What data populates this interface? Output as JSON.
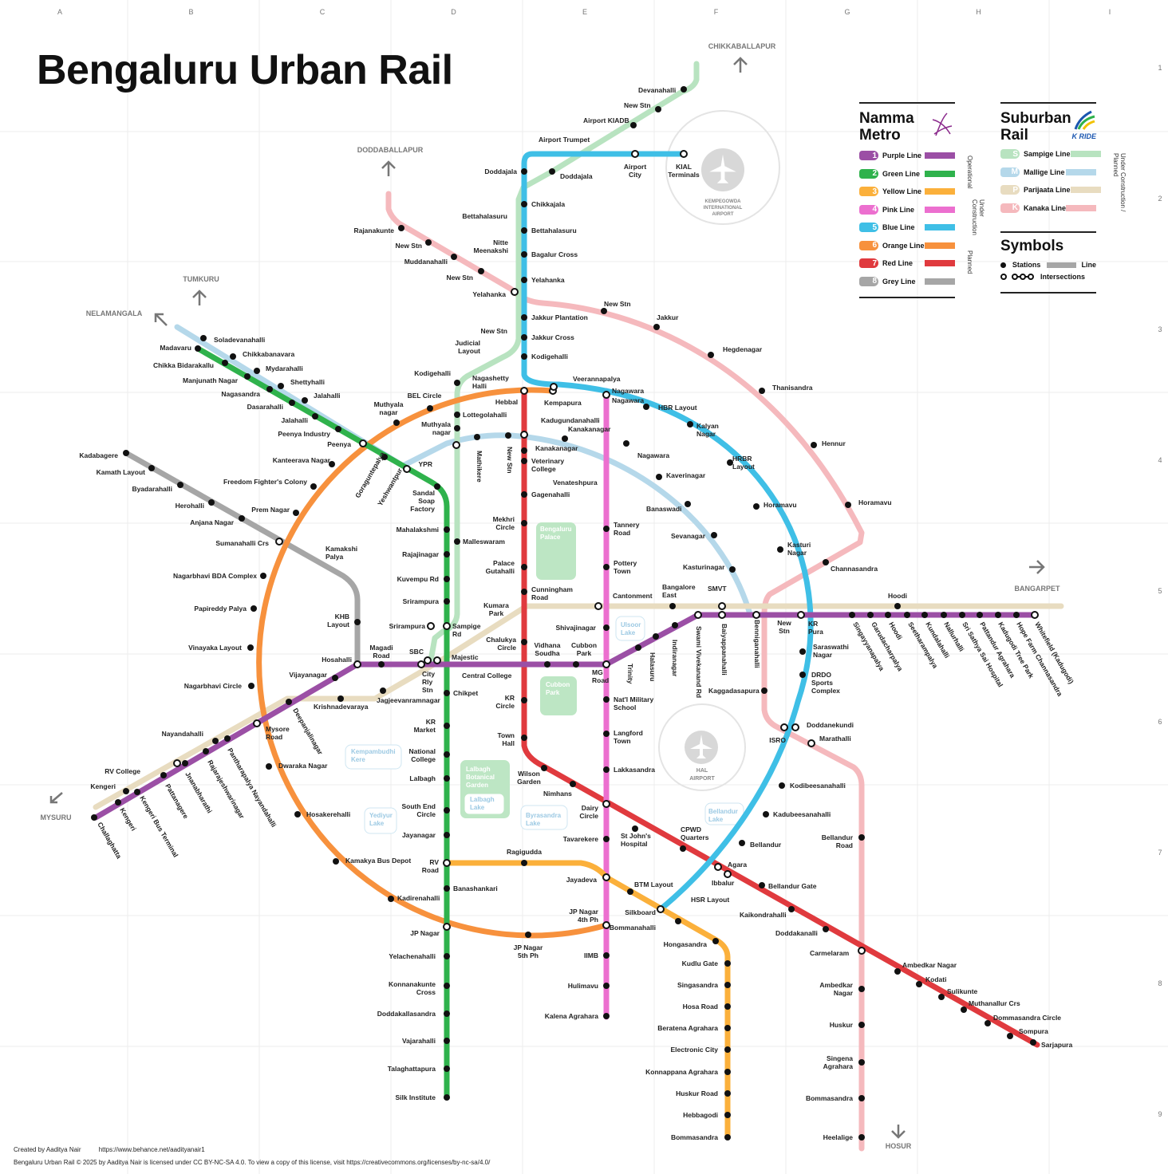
{
  "title": "Bengaluru Urban Rail",
  "grid": {
    "columns": [
      "A",
      "B",
      "C",
      "D",
      "E",
      "F",
      "G",
      "H",
      "I"
    ],
    "rows": [
      "1",
      "2",
      "3",
      "4",
      "5",
      "6",
      "7",
      "8",
      "9"
    ]
  },
  "colors": {
    "purple": "#9b4fa5",
    "green": "#2fb24c",
    "yellow": "#fbb03b",
    "pink": "#ec6fcf",
    "blue": "#3fbfe6",
    "orange": "#f7913d",
    "red": "#e03a3e",
    "grey": "#a6a6a6",
    "sampige": "#b8e3c0",
    "mallige": "#b5d8ea",
    "parijaata": "#e8dcc0",
    "kanaka": "#f5b9bd"
  },
  "legend": {
    "metro_title_1": "Namma",
    "metro_title_2": "Metro",
    "metro_lines": [
      {
        "num": "1",
        "name": "Purple Line",
        "color": "#9b4fa5"
      },
      {
        "num": "2",
        "name": "Green Line",
        "color": "#2fb24c"
      },
      {
        "num": "3",
        "name": "Yellow Line",
        "color": "#fbb03b"
      },
      {
        "num": "4",
        "name": "Pink Line",
        "color": "#ec6fcf"
      },
      {
        "num": "5",
        "name": "Blue Line",
        "color": "#3fbfe6"
      },
      {
        "num": "6",
        "name": "Orange Line",
        "color": "#f7913d"
      },
      {
        "num": "7",
        "name": "Red Line",
        "color": "#e03a3e"
      },
      {
        "num": "8",
        "name": "Grey Line",
        "color": "#a6a6a6"
      }
    ],
    "status_operational": "Operational",
    "status_under_construction": "Under Construction",
    "status_planned": "Planned",
    "suburban_title_1": "Suburban",
    "suburban_title_2": "Rail",
    "kride_logo_text": "K RIDE",
    "suburban_lines": [
      {
        "num": "S",
        "name": "Sampige Line",
        "color": "#b8e3c0"
      },
      {
        "num": "M",
        "name": "Mallige Line",
        "color": "#b5d8ea"
      },
      {
        "num": "P",
        "name": "Parijaata Line",
        "color": "#e8dcc0"
      },
      {
        "num": "K",
        "name": "Kanaka Line",
        "color": "#f5b9bd"
      }
    ],
    "suburban_status": "Under Construction / Planned",
    "symbols_title": "Symbols",
    "symbol_stations": "Stations",
    "symbol_line": "Line",
    "symbol_intersections": "Intersections"
  },
  "directions": [
    "CHIKKABALLAPUR",
    "DODDABALLAPUR",
    "TUMKURU",
    "NELAMANGALA",
    "BANGARPET",
    "MYSURU",
    "HOSUR"
  ],
  "places": [
    "KEMPEGOWDA",
    "INTERNATIONAL",
    "AIRPORT",
    "HAL",
    "AIRPORT",
    "Bengaluru",
    "Palace",
    "Ulsoor",
    "Lake",
    "Cubbon",
    "Park",
    "Kempambudhi",
    "Kere",
    "Lalbagh",
    "Botanical",
    "Garden",
    "Lalbagh",
    "Lake",
    "Yediyur",
    "Lake",
    "Byrasandra",
    "Lake",
    "Bellandur",
    "Lake"
  ],
  "stations": [
    "Madavaru",
    "Chikka Bidarakallu",
    "Manjunath Nagar",
    "Nagasandra",
    "Dasarahalli",
    "Jalahalli",
    "Peenya Industry",
    "Peenya",
    "Goraguntepalya",
    "Yeshwantpur",
    "Sandal",
    "Soap",
    "Factory",
    "Mahalakshmi",
    "Rajajinagar",
    "Kuvempu Rd",
    "Srirampura",
    "Sampige",
    "Rd",
    "Majestic",
    "Chikpet",
    "KR",
    "Market",
    "National",
    "College",
    "Lalbagh",
    "South End",
    "Circle",
    "Jayanagar",
    "RV",
    "Road",
    "Banashankari",
    "JP Nagar",
    "Yelachenahalli",
    "Konnanakunte",
    "Cross",
    "Doddakallasandra",
    "Vajarahalli",
    "Talaghattapura",
    "Silk Institute",
    "Soladevanahalli",
    "Chikkabanavara",
    "Mydarahalli",
    "Shettyhalli",
    "Jalahalli",
    "YPR",
    "Mathikere",
    "New Stn",
    "Nagawara",
    "Kaverinagar",
    "Banaswadi",
    "Sevanagar",
    "Kasturinagar",
    "Venateshpura",
    "Kanakanagar",
    "Challaghatta",
    "Kengeri",
    "Kengeri Bus Terminal",
    "Pattanagere",
    "Jnanabharathi",
    "Rajarajeshwarinagar",
    "Pantharapalya Nayandahalli",
    "Deepanjalinagar",
    "Mysore",
    "Road",
    "Vijayanagar",
    "Hosahalli",
    "Magadi",
    "Road",
    "SBC",
    "City",
    "Rly",
    "Stn",
    "Central College",
    "Vidhana",
    "Soudha",
    "Cubbon",
    "Park",
    "MG",
    "Road",
    "Trinity",
    "Halasuru",
    "Indiranagar",
    "Swami Vivekanand Rd",
    "Baiyappanahalli",
    "Benniganahalli",
    "New",
    "Stn",
    "KR",
    "Pura",
    "Singayyanapalya",
    "Garudacharpalya",
    "Hoodi",
    "Seetharampalya",
    "Kundalahalli",
    "Nallurhalli",
    "Sri Sathya Sai Hospital",
    "Pattandur Agrahara",
    "Kadugodi Tree Park",
    "Hope Farm Channasandra",
    "Whitefield (Kadugodi)",
    "Kengeri",
    "RV College",
    "Nayandahalli",
    "Krishnadevaraya",
    "Jagjeevanramnagar",
    "Kumara",
    "Park",
    "Cantonment",
    "Bangalore",
    "East",
    "SMVT",
    "Hoodi",
    "Kadabagere",
    "Kamath Layout",
    "Byadarahalli",
    "Herohalli",
    "Anjana Nagar",
    "Sumanahalli Crs",
    "Kamakshi",
    "Palya",
    "KHB",
    "Layout",
    "Hebbal",
    "Muthyala",
    "nagar",
    "BEL Circle",
    "Kanteerava Nagar",
    "Freedom Fighter's Colony",
    "Prem Nagar",
    "Nagarbhavi BDA Complex",
    "Papireddy Palya",
    "Vinayaka Layout",
    "Nagarbhavi Circle",
    "Dwaraka Nagar",
    "Hosakerehalli",
    "Kamakya Bus Depot",
    "Kadirenahalli",
    "JP Nagar",
    "5th Ph",
    "JP Nagar",
    "4th Ph",
    "Kempapura",
    "Ragigudda",
    "Jayadeva",
    "BTM Layout",
    "Silkboard",
    "Bommanahalli",
    "Hongasandra",
    "Kudlu Gate",
    "Singasandra",
    "Hosa Road",
    "Beratena Agrahara",
    "Electronic City",
    "Konnappana Agrahara",
    "Huskur Road",
    "Hebbagodi",
    "Bommasandra",
    "Nagawara",
    "Tannery",
    "Road",
    "Pottery",
    "Town",
    "Shivajinagar",
    "Nat'l Military",
    "School",
    "Langford",
    "Town",
    "Lakkasandra",
    "Dairy",
    "Circle",
    "Tavarekere",
    "IIMB",
    "Hulimavu",
    "Kalena Agrahara",
    "Kadugundanahalli",
    "Kanakanagar",
    "Veterinary",
    "College",
    "Gagenahalli",
    "Mekhri",
    "Circle",
    "Palace",
    "Gutahalli",
    "Cunningham",
    "Road",
    "Chalukya",
    "Circle",
    "KR",
    "Circle",
    "Town",
    "Hall",
    "Wilson",
    "Garden",
    "Nimhans",
    "St John's",
    "Hospital",
    "CPWD",
    "Quarters",
    "Agara",
    "Ibbalur",
    "HSR Layout",
    "Bellandur Gate",
    "Kaikondrahalli",
    "Doddakanalli",
    "Carmelaram",
    "Ambedkar Nagar",
    "Kodati",
    "Sulikunte",
    "Muthanallur Crs",
    "Dommasandra Circle",
    "Sompura",
    "Sarjapura",
    "Devanahalli",
    "New Stn",
    "Airport KIADB",
    "Airport Trumpet",
    "Airport",
    "City",
    "KIAL",
    "Terminals",
    "Doddajala",
    "Doddajala",
    "Chikkajala",
    "Bettahalasuru",
    "Bettahalasuru",
    "Nitte",
    "Meenakshi",
    "Bagalur Cross",
    "Yelahanka",
    "Yelahanka",
    "Jakkur Plantation",
    "Jakkur Cross",
    "Kodigehalli",
    "New Stn",
    "Judicial",
    "Layout",
    "Kodigehalli",
    "Nagashetty",
    "Halli",
    "Lottegolahalli",
    "Muthyala",
    "nagar",
    "Malleswaram",
    "Srirampura",
    "Veerannapalya",
    "Nagawara",
    "HBR Layout",
    "Kalyan",
    "Nagar",
    "HRBR",
    "Layout",
    "Horamavu",
    "Kasturi",
    "Nagar",
    "Saraswathi",
    "Nagar",
    "DRDO",
    "Sports",
    "Complex",
    "Doddanekundi",
    "ISRO",
    "Marathalli",
    "Kodibeesanahalli",
    "Kadubeesanahalli",
    "Bellandur",
    "Rajanakunte",
    "New Stn",
    "Muddanahalli",
    "New Stn",
    "New Stn",
    "Jakkur",
    "Hegdenagar",
    "Thanisandra",
    "Hennur",
    "Horamavu",
    "Channasandra",
    "Kaggadasapura",
    "Bellandur",
    "Road",
    "Ambedkar",
    "Nagar",
    "Huskur",
    "Singena",
    "Agrahara",
    "Bommasandra",
    "Heelalige"
  ],
  "footer": {
    "credit": "Created by Aaditya Nair",
    "credit_url": "https://www.behance.net/aadityanair1",
    "license": "Bengaluru Urban Rail  © 2025 by Aaditya Nair is licensed under CC BY-NC-SA 4.0. To view a copy of this license, visit https://creativecommons.org/licenses/by-nc-sa/4.0/"
  }
}
